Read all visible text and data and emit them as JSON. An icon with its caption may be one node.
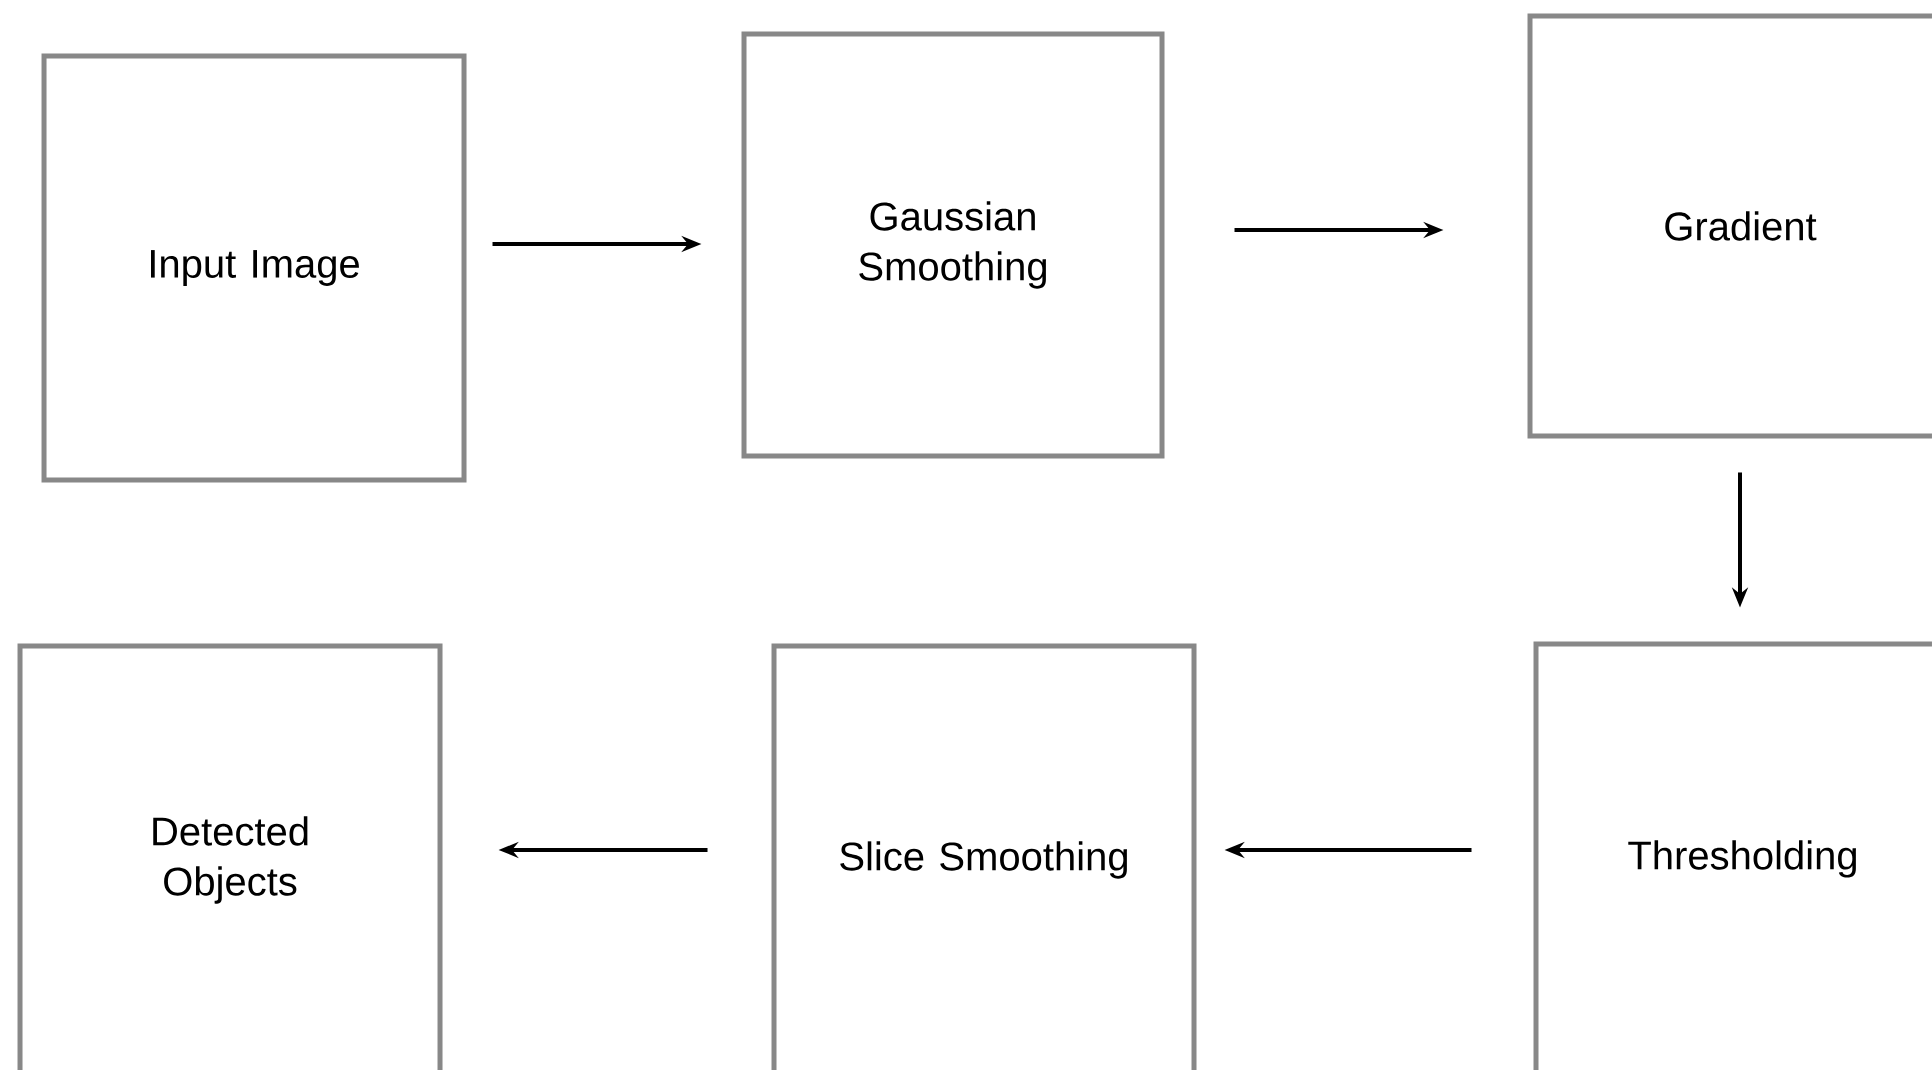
{
  "diagram": {
    "nodes": [
      {
        "text": [
          "Input Image"
        ]
      },
      {
        "text": [
          "Gaussian Smoothing"
        ]
      },
      {
        "text": [
          "Gradient"
        ]
      },
      {
        "text": [
          "Thresholding"
        ]
      },
      {
        "text": [
          "Slice Smoothing"
        ]
      },
      {
        "text": [
          "Detected Objects"
        ]
      }
    ],
    "edges": [
      {
        "from": 0,
        "to": 1,
        "arrow": "to"
      },
      {
        "from": 1,
        "to": 2,
        "arrow": "to"
      },
      {
        "from": 2,
        "to": 3,
        "arrow": "to"
      },
      {
        "from": 3,
        "to": 4,
        "arrow": "to"
      },
      {
        "from": 4,
        "to": 5,
        "arrow": "to"
      }
    ]
  }
}
